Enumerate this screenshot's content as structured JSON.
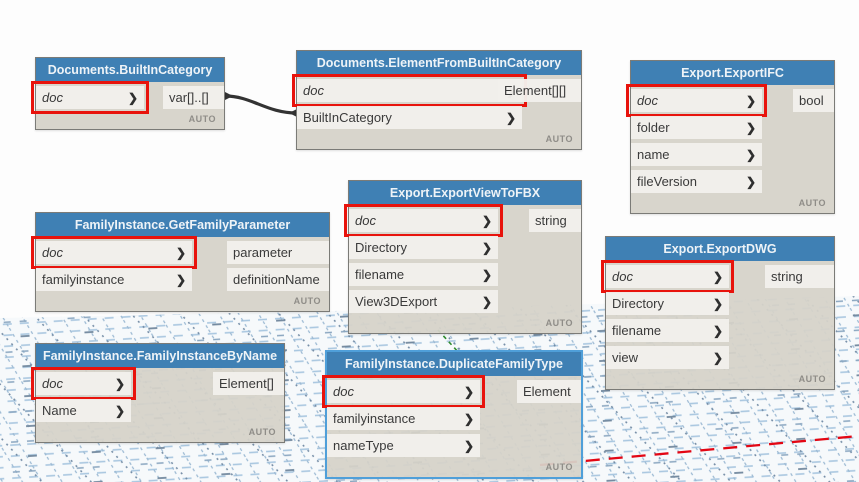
{
  "app": "dynamo-node-canvas",
  "colors": {
    "node_header": "#3f80b4",
    "node_body": "#d6d2c9",
    "port_strip": "#f2f0eb",
    "highlight_red": "#e8130c",
    "selected_border": "#4f9fd9",
    "wire": "#333333",
    "grid_light_blue": "#a9c7e0",
    "grid_mid_blue": "#9cb9d3",
    "grid_slate": "#7089a3",
    "axis_x_red": "#e30613",
    "axis_y_green": "#2e8b2e"
  },
  "nodes": [
    {
      "title": "Documents.BuiltInCategory",
      "inputs": [
        {
          "name": "doc"
        }
      ],
      "outputs": [
        "var[]..[]"
      ],
      "lacing": "AUTO"
    },
    {
      "title": "Documents.ElementFromBuiltInCategory",
      "inputs": [
        {
          "name": "doc"
        },
        {
          "name": "BuiltInCategory"
        }
      ],
      "outputs": [
        "Element[][]"
      ],
      "lacing": "AUTO"
    },
    {
      "title": "Export.ExportIFC",
      "inputs": [
        {
          "name": "doc"
        },
        {
          "name": "folder"
        },
        {
          "name": "name"
        },
        {
          "name": "fileVersion"
        }
      ],
      "outputs": [
        "bool"
      ],
      "lacing": "AUTO"
    },
    {
      "title": "FamilyInstance.GetFamilyParameter",
      "inputs": [
        {
          "name": "doc"
        },
        {
          "name": "familyinstance"
        }
      ],
      "outputs": [
        "parameter",
        "definitionName"
      ],
      "lacing": "AUTO"
    },
    {
      "title": "Export.ExportViewToFBX",
      "inputs": [
        {
          "name": "doc"
        },
        {
          "name": "Directory"
        },
        {
          "name": "filename"
        },
        {
          "name": "View3DExport"
        }
      ],
      "outputs": [
        "string"
      ],
      "lacing": "AUTO"
    },
    {
      "title": "Export.ExportDWG",
      "inputs": [
        {
          "name": "doc"
        },
        {
          "name": "Directory"
        },
        {
          "name": "filename"
        },
        {
          "name": "view"
        }
      ],
      "outputs": [
        "string"
      ],
      "lacing": "AUTO"
    },
    {
      "title": "FamilyInstance.FamilyInstanceByName",
      "inputs": [
        {
          "name": "doc"
        },
        {
          "name": "Name"
        }
      ],
      "outputs": [
        "Element[]"
      ],
      "lacing": "AUTO"
    },
    {
      "title": "FamilyInstance.DuplicateFamilyType",
      "inputs": [
        {
          "name": "doc"
        },
        {
          "name": "familyinstance"
        },
        {
          "name": "nameType"
        }
      ],
      "outputs": [
        "Element"
      ],
      "lacing": "AUTO"
    }
  ],
  "wires": [
    {
      "from": "Documents.BuiltInCategory.var[]..[]",
      "to": "Documents.ElementFromBuiltInCategory.BuiltInCategory"
    }
  ]
}
